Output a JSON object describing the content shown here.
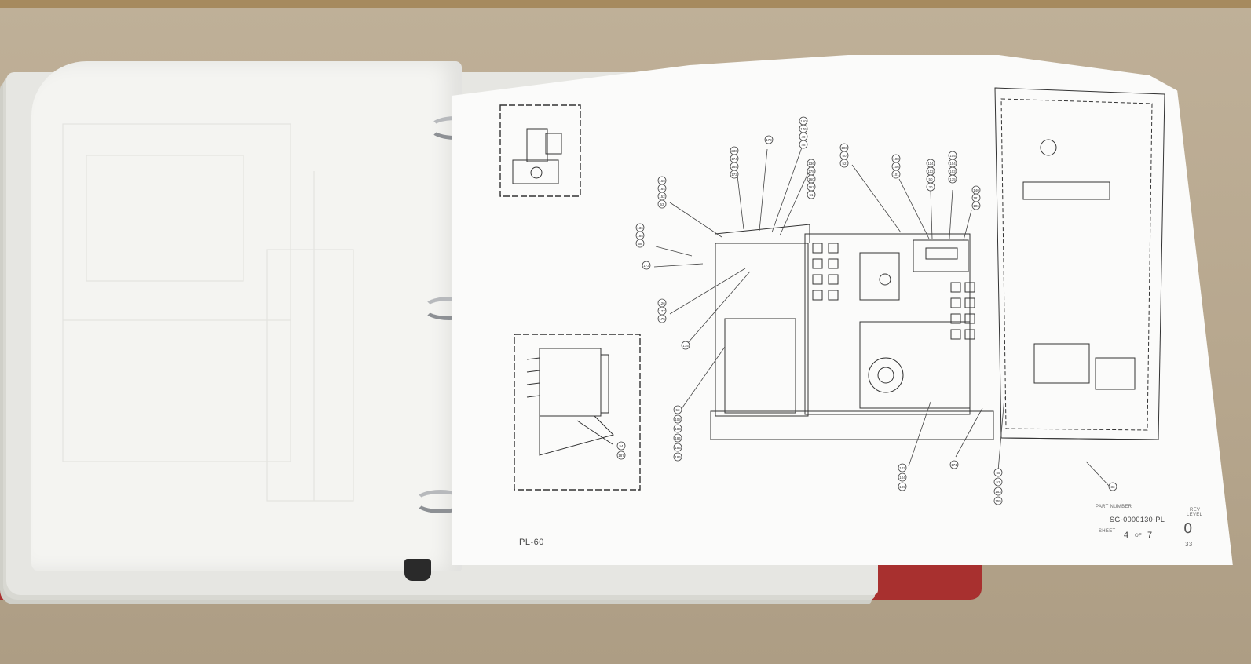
{
  "scene": {
    "description_free": true,
    "colors": {
      "binder": "#a8302f",
      "paper": "#fbfbfa",
      "table": "#b9a990",
      "rings": "#b7b9bc"
    }
  },
  "page_footer": {
    "page_number": "PL-60"
  },
  "title_block": {
    "part_number_label": "PART NUMBER",
    "part_number": "SG-0000130-PL",
    "rev_label_1": "REV",
    "rev_label_2": "LEVEL",
    "rev_level": "0",
    "sheet_label": "SHEET",
    "sheet_current": "4",
    "sheet_of": "OF",
    "sheet_total": "7",
    "sequence": "33"
  },
  "callouts": [
    {
      "label": "150"
    },
    {
      "label": "176"
    },
    {
      "label": "49"
    },
    {
      "label": "48"
    },
    {
      "label": "179"
    },
    {
      "label": "230"
    },
    {
      "label": "174"
    },
    {
      "label": "165"
    },
    {
      "label": "172"
    },
    {
      "label": "160"
    },
    {
      "label": "164"
    },
    {
      "label": "152"
    },
    {
      "label": "53"
    },
    {
      "label": "136"
    },
    {
      "label": "185"
    },
    {
      "label": "58"
    },
    {
      "label": "173"
    },
    {
      "label": "136"
    },
    {
      "label": "178"
    },
    {
      "label": "160"
    },
    {
      "label": "163"
    },
    {
      "label": "51"
    },
    {
      "label": "126"
    },
    {
      "label": "177"
    },
    {
      "label": "175"
    },
    {
      "label": "175"
    },
    {
      "label": "100"
    },
    {
      "label": "50"
    },
    {
      "label": "52"
    },
    {
      "label": "108"
    },
    {
      "label": "106"
    },
    {
      "label": "101"
    },
    {
      "label": "114"
    },
    {
      "label": "113"
    },
    {
      "label": "50"
    },
    {
      "label": "30"
    },
    {
      "label": "105"
    },
    {
      "label": "104"
    },
    {
      "label": "103"
    },
    {
      "label": "135"
    },
    {
      "label": "140"
    },
    {
      "label": "181"
    },
    {
      "label": "106"
    },
    {
      "label": "53"
    },
    {
      "label": "108"
    },
    {
      "label": "183"
    },
    {
      "label": "184"
    },
    {
      "label": "185"
    },
    {
      "label": "186"
    },
    {
      "label": "54"
    },
    {
      "label": "187"
    },
    {
      "label": "103"
    },
    {
      "label": "104"
    },
    {
      "label": "109"
    },
    {
      "label": "171"
    },
    {
      "label": "55"
    },
    {
      "label": "53"
    },
    {
      "label": "153"
    },
    {
      "label": "155"
    },
    {
      "label": "33"
    }
  ]
}
